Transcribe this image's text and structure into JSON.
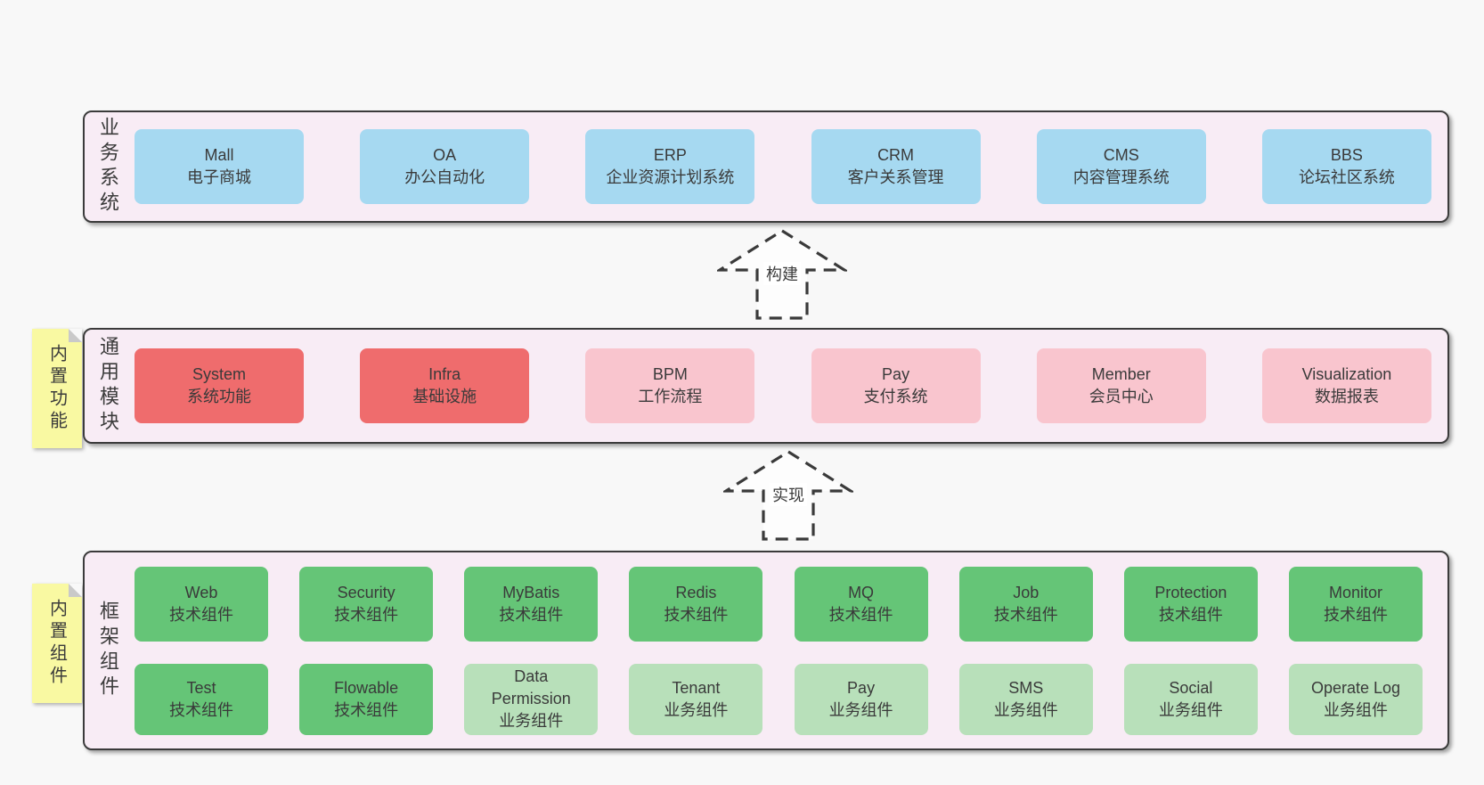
{
  "diagram": {
    "business": {
      "side_label": "业务系统",
      "boxes": [
        {
          "en": "Mall",
          "zh": "电子商城"
        },
        {
          "en": "OA",
          "zh": "办公自动化"
        },
        {
          "en": "ERP",
          "zh": "企业资源计划系统"
        },
        {
          "en": "CRM",
          "zh": "客户关系管理"
        },
        {
          "en": "CMS",
          "zh": "内容管理系统"
        },
        {
          "en": "BBS",
          "zh": "论坛社区系统"
        }
      ]
    },
    "modules": {
      "side_label": "通用模块",
      "sticky_label": "内置功能",
      "boxes": [
        {
          "en": "System",
          "zh": "系统功能",
          "variant": "red"
        },
        {
          "en": "Infra",
          "zh": "基础设施",
          "variant": "red"
        },
        {
          "en": "BPM",
          "zh": "工作流程",
          "variant": "pink"
        },
        {
          "en": "Pay",
          "zh": "支付系统",
          "variant": "pink"
        },
        {
          "en": "Member",
          "zh": "会员中心",
          "variant": "pink"
        },
        {
          "en": "Visualization",
          "zh": "数据报表",
          "variant": "pink"
        }
      ]
    },
    "components": {
      "side_label": "框架组件",
      "sticky_label": "内置组件",
      "row1": [
        {
          "en": "Web",
          "zh": "技术组件",
          "variant": "green"
        },
        {
          "en": "Security",
          "zh": "技术组件",
          "variant": "green"
        },
        {
          "en": "MyBatis",
          "zh": "技术组件",
          "variant": "green"
        },
        {
          "en": "Redis",
          "zh": "技术组件",
          "variant": "green"
        },
        {
          "en": "MQ",
          "zh": "技术组件",
          "variant": "green"
        },
        {
          "en": "Job",
          "zh": "技术组件",
          "variant": "green"
        },
        {
          "en": "Protection",
          "zh": "技术组件",
          "variant": "green"
        },
        {
          "en": "Monitor",
          "zh": "技术组件",
          "variant": "green"
        }
      ],
      "row2": [
        {
          "en": "Test",
          "zh": "技术组件",
          "variant": "green"
        },
        {
          "en": "Flowable",
          "zh": "技术组件",
          "variant": "green"
        },
        {
          "en": "Data Permission",
          "zh": "业务组件",
          "variant": "lightgreen"
        },
        {
          "en": "Tenant",
          "zh": "业务组件",
          "variant": "lightgreen"
        },
        {
          "en": "Pay",
          "zh": "业务组件",
          "variant": "lightgreen"
        },
        {
          "en": "SMS",
          "zh": "业务组件",
          "variant": "lightgreen"
        },
        {
          "en": "Social",
          "zh": "业务组件",
          "variant": "lightgreen"
        },
        {
          "en": "Operate Log",
          "zh": "业务组件",
          "variant": "lightgreen"
        }
      ]
    },
    "arrows": {
      "build": "构建",
      "implement": "实现"
    },
    "colors": {
      "page_bg": "#f8f8f8",
      "layer_bg": "#f8ecf5",
      "border": "#3b3b3b",
      "blue": "#a6d9f1",
      "red": "#ef6c6d",
      "pink": "#f9c5ce",
      "green": "#65c577",
      "light_green": "#b8e0ba",
      "sticky_yellow": "#f9f9a2"
    }
  }
}
